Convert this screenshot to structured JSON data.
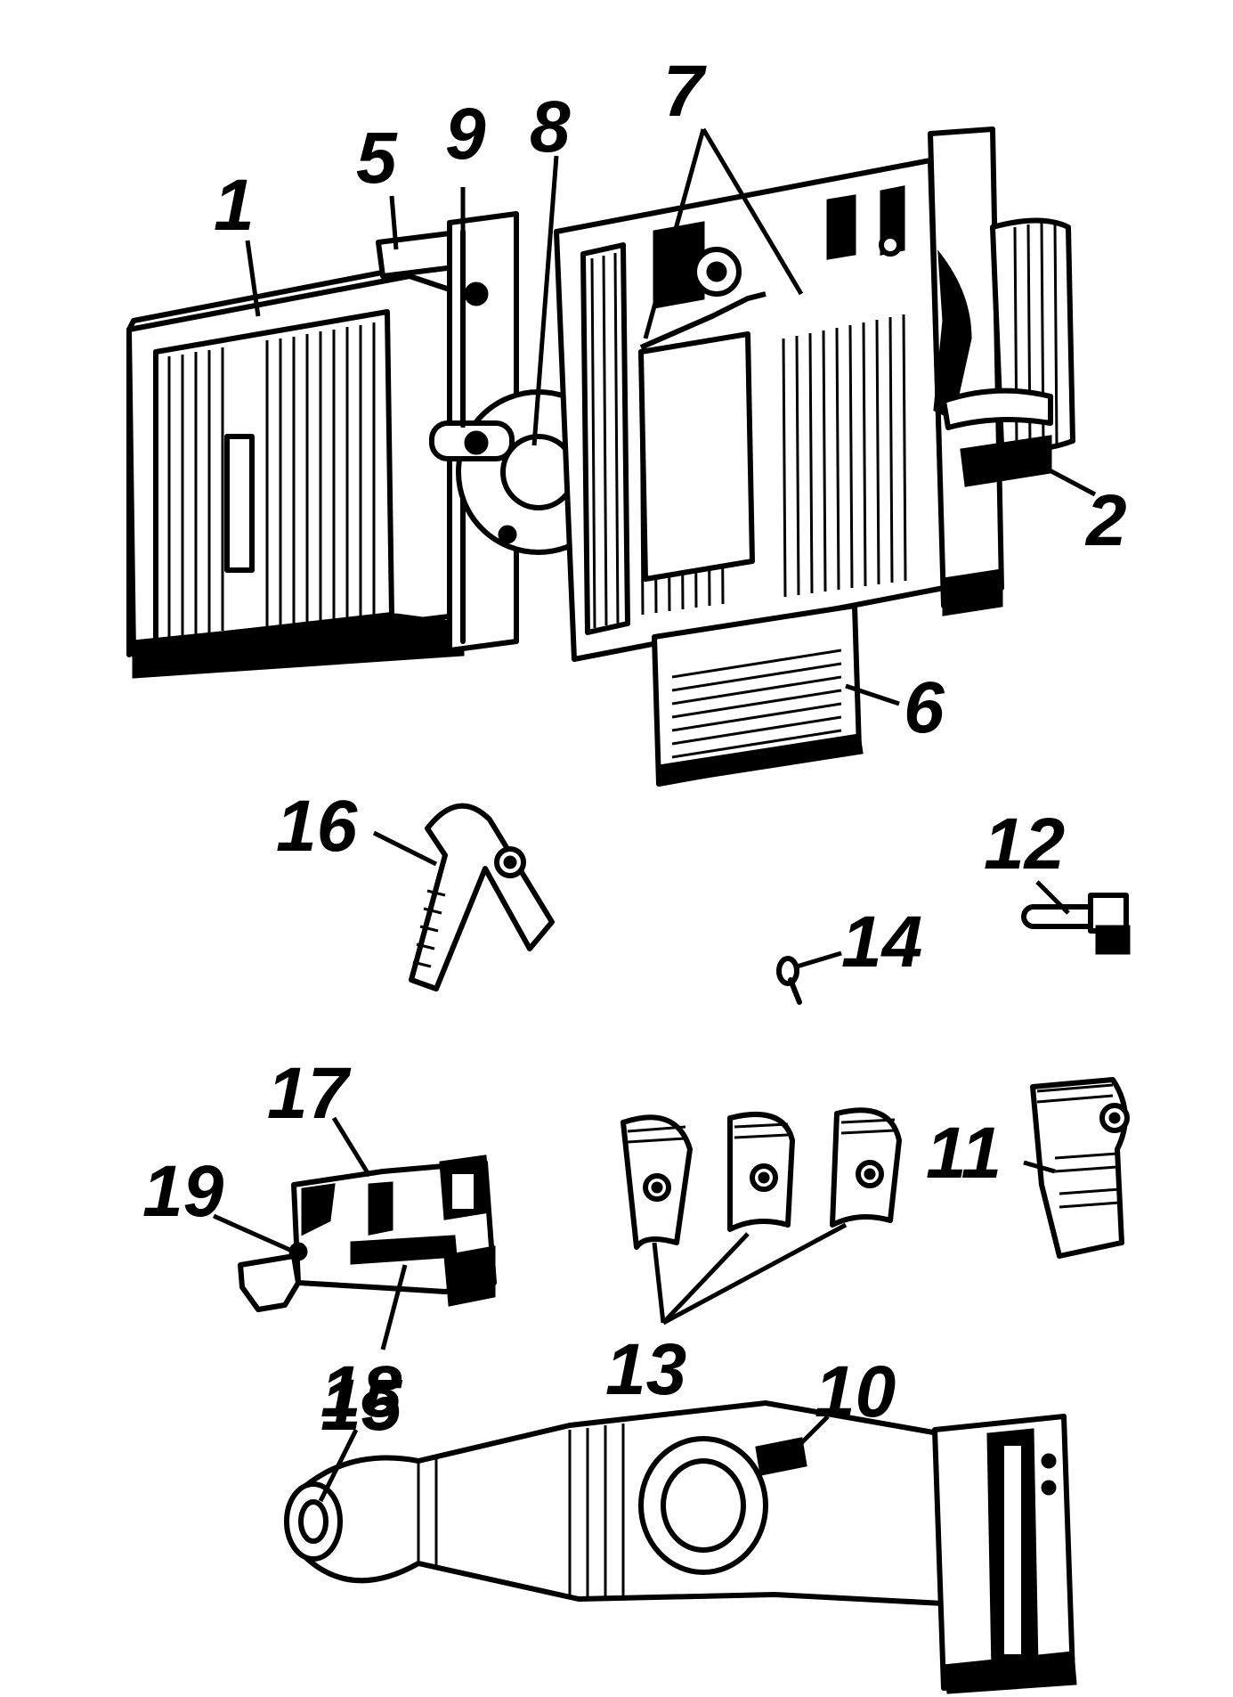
{
  "labels": {
    "l1": "1",
    "l2": "2",
    "l5": "5",
    "l6": "6",
    "l7": "7",
    "l8": "8",
    "l9": "9",
    "l10": "10",
    "l11": "11",
    "l12": "12",
    "l13": "13",
    "l14": "14",
    "l15": "15",
    "l16": "16",
    "l17": "17",
    "l18": "18",
    "l19": "19"
  },
  "colors": {
    "ink": "#000000",
    "paper": "#ffffff"
  }
}
